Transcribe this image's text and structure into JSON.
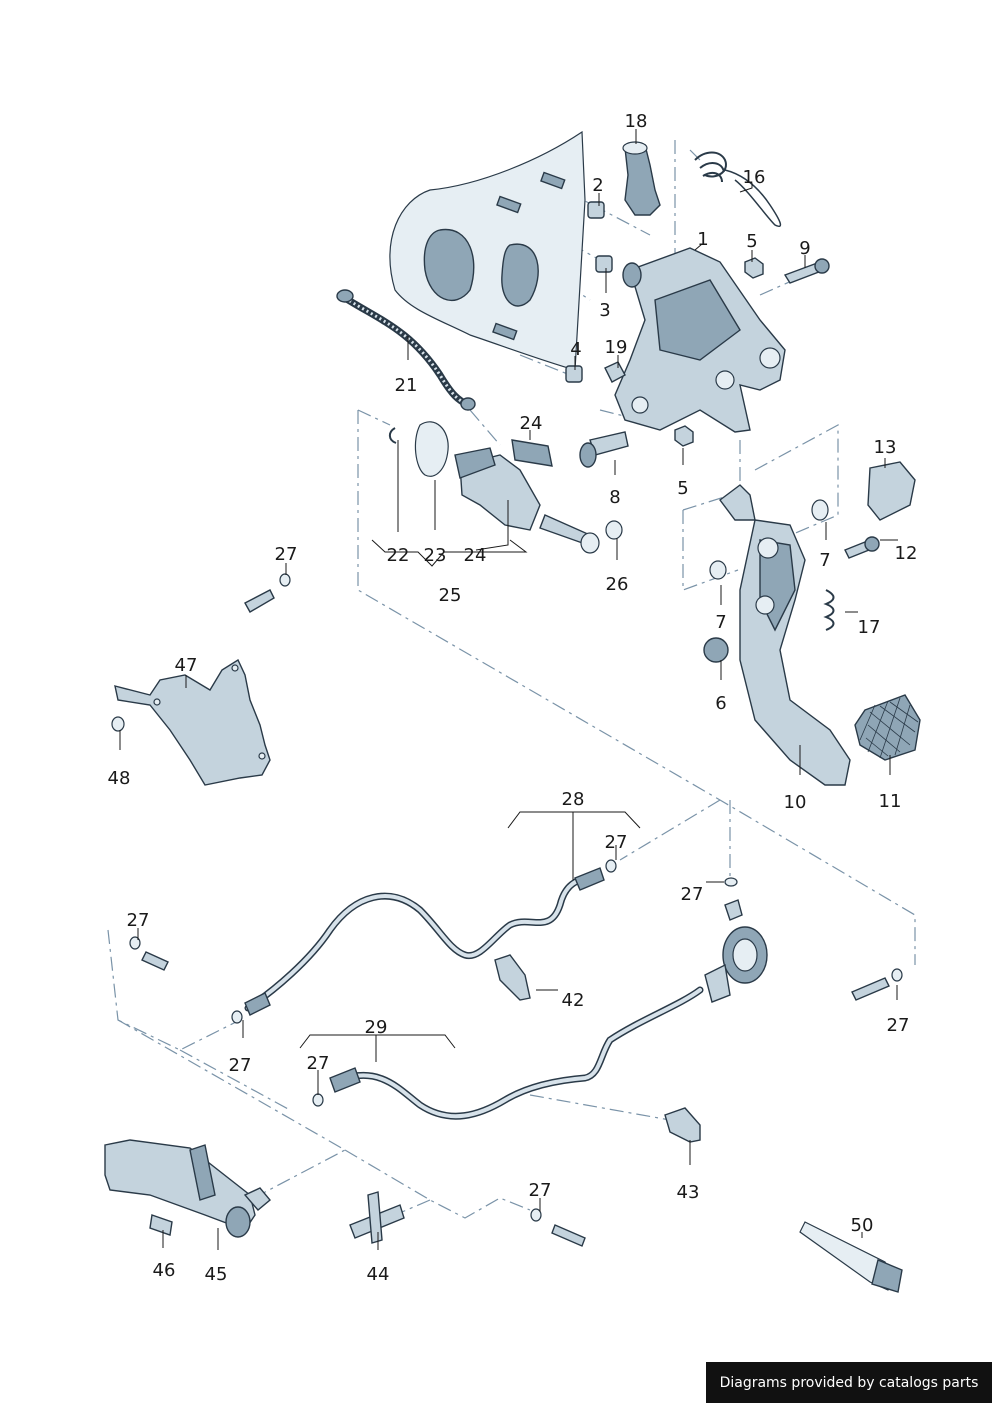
{
  "callouts": [
    {
      "id": "c1",
      "text": "1"
    },
    {
      "id": "c2",
      "text": "2"
    },
    {
      "id": "c3",
      "text": "3"
    },
    {
      "id": "c4",
      "text": "4"
    },
    {
      "id": "c5a",
      "text": "5"
    },
    {
      "id": "c5b",
      "text": "5"
    },
    {
      "id": "c6",
      "text": "6"
    },
    {
      "id": "c7a",
      "text": "7"
    },
    {
      "id": "c7b",
      "text": "7"
    },
    {
      "id": "c8",
      "text": "8"
    },
    {
      "id": "c9",
      "text": "9"
    },
    {
      "id": "c10",
      "text": "10"
    },
    {
      "id": "c11",
      "text": "11"
    },
    {
      "id": "c12",
      "text": "12"
    },
    {
      "id": "c13",
      "text": "13"
    },
    {
      "id": "c16",
      "text": "16"
    },
    {
      "id": "c17",
      "text": "17"
    },
    {
      "id": "c18",
      "text": "18"
    },
    {
      "id": "c19",
      "text": "19"
    },
    {
      "id": "c21",
      "text": "21"
    },
    {
      "id": "c22",
      "text": "22"
    },
    {
      "id": "c23",
      "text": "23"
    },
    {
      "id": "c24a",
      "text": "24"
    },
    {
      "id": "c24b",
      "text": "24"
    },
    {
      "id": "c25",
      "text": "25"
    },
    {
      "id": "c26",
      "text": "26"
    },
    {
      "id": "c27a",
      "text": "27"
    },
    {
      "id": "c27b",
      "text": "27"
    },
    {
      "id": "c27c",
      "text": "27"
    },
    {
      "id": "c27d",
      "text": "27"
    },
    {
      "id": "c27e",
      "text": "27"
    },
    {
      "id": "c27f",
      "text": "27"
    },
    {
      "id": "c27g",
      "text": "27"
    },
    {
      "id": "c27h",
      "text": "27"
    },
    {
      "id": "c28",
      "text": "28"
    },
    {
      "id": "c29",
      "text": "29"
    },
    {
      "id": "c42",
      "text": "42"
    },
    {
      "id": "c43",
      "text": "43"
    },
    {
      "id": "c44",
      "text": "44"
    },
    {
      "id": "c45",
      "text": "45"
    },
    {
      "id": "c46",
      "text": "46"
    },
    {
      "id": "c47",
      "text": "47"
    },
    {
      "id": "c48",
      "text": "48"
    },
    {
      "id": "c50",
      "text": "50"
    }
  ],
  "credit": "Diagrams provided by catalogs parts"
}
